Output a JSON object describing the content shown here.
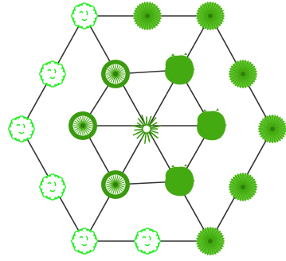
{
  "colors": {
    "outline_green": "#22ee22",
    "fill_green": "#44aa11",
    "ring_green": "#3a9a0e",
    "light_ray": "#66cc33",
    "dark_green": "#2f7f0a",
    "edge": "#333333"
  },
  "nodes": [
    {
      "id": "t-top-left",
      "kind": "outline"
    },
    {
      "id": "t-top-mid",
      "kind": "sunburst"
    },
    {
      "id": "t-top-right",
      "kind": "sunburst"
    },
    {
      "id": "t-left-1",
      "kind": "outline"
    },
    {
      "id": "t-inner-top-left",
      "kind": "ring"
    },
    {
      "id": "t-inner-top-right",
      "kind": "blob"
    },
    {
      "id": "t-right-1",
      "kind": "sunburst"
    },
    {
      "id": "t-left-mid",
      "kind": "outline"
    },
    {
      "id": "t-inner-left",
      "kind": "ring"
    },
    {
      "id": "t-center",
      "kind": "spiky"
    },
    {
      "id": "t-inner-right",
      "kind": "blob"
    },
    {
      "id": "t-right-mid",
      "kind": "sunburst"
    },
    {
      "id": "t-left-2",
      "kind": "outline"
    },
    {
      "id": "t-inner-bottom-left",
      "kind": "ring"
    },
    {
      "id": "t-inner-bottom-right",
      "kind": "blob"
    },
    {
      "id": "t-right-2",
      "kind": "sunburst"
    },
    {
      "id": "t-bottom-left",
      "kind": "outline"
    },
    {
      "id": "t-bottom-mid",
      "kind": "outline"
    },
    {
      "id": "t-bottom-right",
      "kind": "sunburst"
    }
  ]
}
